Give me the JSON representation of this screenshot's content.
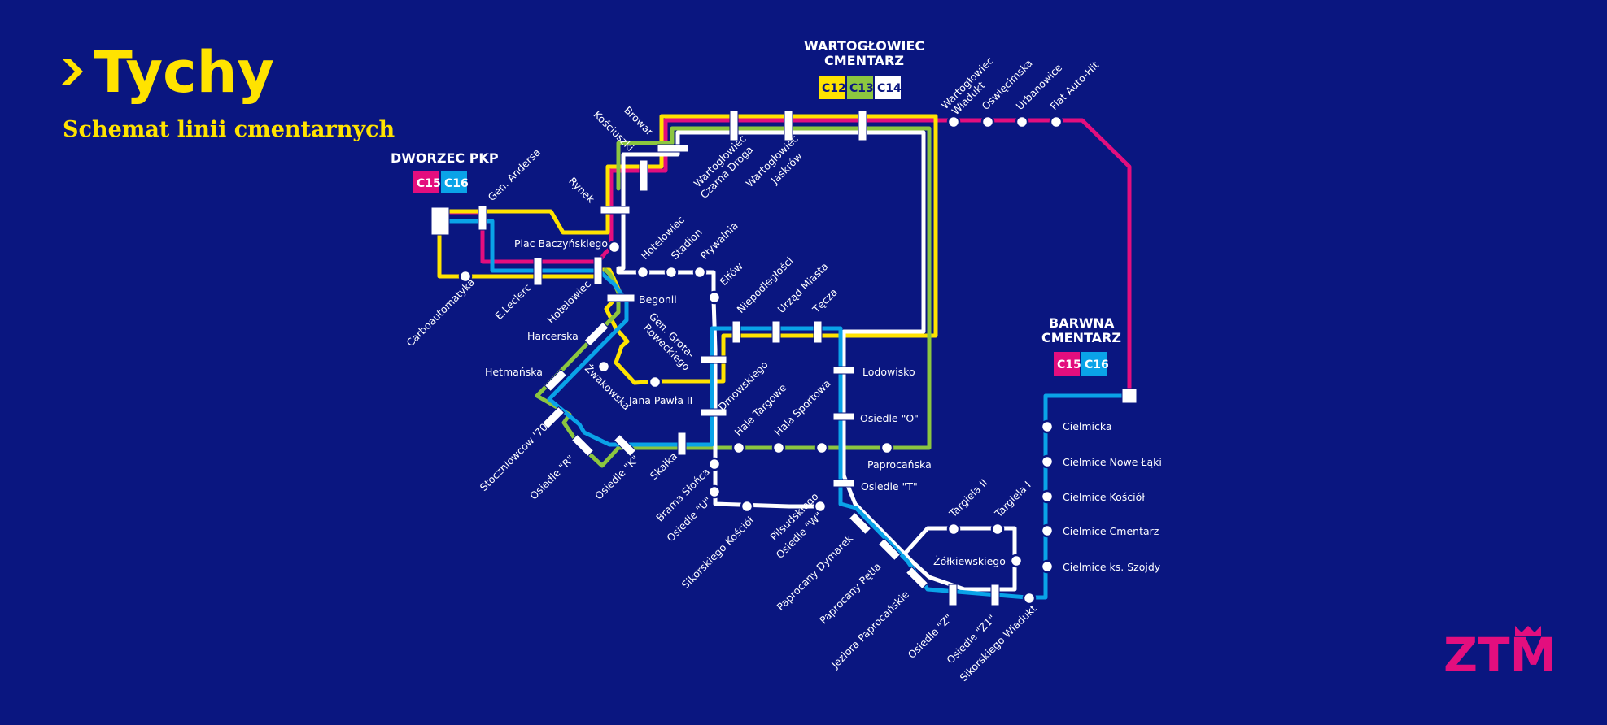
{
  "header": {
    "city": "Tychy",
    "subtitle": "Schemat linii cmentarnych"
  },
  "colors": {
    "background": "#0a1680",
    "C12": "#ffe300",
    "C13": "#8cc63f",
    "C14": "#ffffff",
    "C15": "#e30e7e",
    "C16": "#0aa3e8"
  },
  "terminals": {
    "dworzec": {
      "name": "DWORZEC PKP",
      "lines": [
        "C15",
        "C16"
      ]
    },
    "wartoglowiec": {
      "name_line1": "WARTOGŁOWIEC",
      "name_line2": "CMENTARZ",
      "lines": [
        "C12",
        "C13",
        "C14"
      ]
    },
    "barwna": {
      "name_line1": "BARWNA",
      "name_line2": "CMENTARZ",
      "lines": [
        "C15",
        "C16"
      ]
    }
  },
  "stops": {
    "gen_andersa": "Gen. Andersa",
    "rynek": "Rynek",
    "kosciuszki": "Kościuszki",
    "browar": "Browar",
    "wart_czarna_1": "Wartogłowiec",
    "wart_czarna_2": "Czarna Droga",
    "wart_jaskrow_1": "Wartogłowiec",
    "wart_jaskrow_2": "Jaskrów",
    "wart_wiadukt_1": "Wartogłowiec",
    "wart_wiadukt_2": "Wiadukt",
    "oswiecimska": "Oświęcimska",
    "urbanowice": "Urbanowice",
    "fiat": "Fiat Auto-Hit",
    "plac": "Plac Baczyńskiego",
    "hotelowiec_s": "Hotelowiec",
    "stadion": "Stadion",
    "plywalnia": "Pływalnia",
    "elfow": "Elfów",
    "niepodleglosci": "Niepodległości",
    "urzad": "Urząd Miasta",
    "tecza": "Tęcza",
    "carbo": "Carboautomatyka",
    "eleclerc": "E.Leclerc",
    "hotelowiec_w": "Hotelowiec",
    "begonii": "Begonii",
    "harcerska": "Harcerska",
    "grota_1": "Gen. Grota-",
    "grota_2": "Roweckiego",
    "hetmanska": "Hetmańska",
    "zwakowska": "Żwakowska",
    "jana_pawla": "Jana Pawła II",
    "dmowskiego": "Dmowskiego",
    "hale": "Hale Targowe",
    "hala": "Hala Sportowa",
    "lodowisko": "Lodowisko",
    "osiedle_o": "Osiedle \"O\"",
    "stoczniowcow": "Stoczniowców '70",
    "osiedle_r": "Osiedle \"R\"",
    "osiedle_k": "Osiedle \"K\"",
    "skalka": "Skałka",
    "brama": "Brama Słońca",
    "osiedle_u": "Osiedle \"U\"",
    "sikorskiego_k": "Sikorskiego Kościół",
    "pilsudskiego": "Piłsudskiego",
    "osiedle_w": "Osiedle \"W\"",
    "paprocanska": "Paprocańska",
    "osiedle_t": "Osiedle \"T\"",
    "pap_dymarek": "Paprocany Dymarek",
    "pap_petla": "Paprocany Pętla",
    "jeziora": "Jeziora Paprocańskie",
    "osiedle_z": "Osiedle \"Z\"",
    "osiedle_z1": "Osiedle \"Z1\"",
    "sikorskiego_w": "Sikorskiego Wiadukt",
    "targiela_2": "Targiela II",
    "targiela_1": "Targiela I",
    "zolkiewskiego": "Żółkiewskiego",
    "cielmicka": "Cielmicka",
    "nowe_laki": "Cielmice Nowe Łąki",
    "kosciol": "Cielmice Kościół",
    "cmentarz": "Cielmice Cmentarz",
    "szojdy": "Cielmice ks. Szojdy"
  },
  "logo": {
    "text": "ZTM"
  }
}
